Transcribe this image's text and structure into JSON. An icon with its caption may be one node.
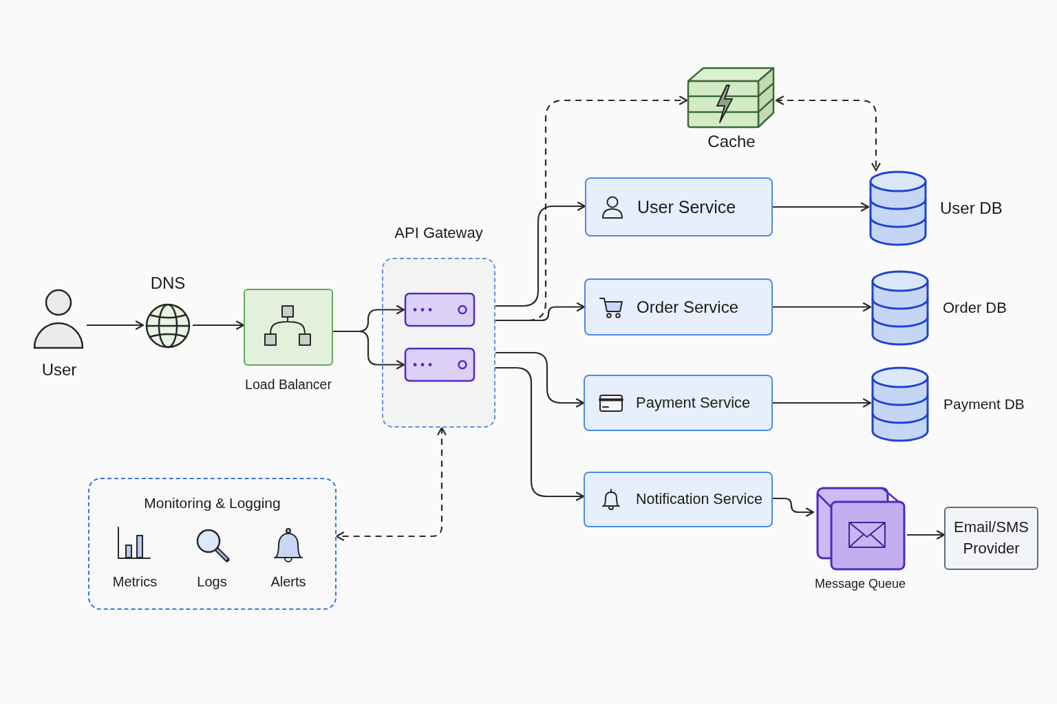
{
  "diagram": {
    "nodes": [
      {
        "text": [
          "User"
        ]
      },
      {
        "text": [
          "DNS"
        ]
      },
      {
        "text": [
          "Load Balancer"
        ]
      },
      {
        "text": [
          "API Gateway"
        ]
      },
      {
        "text": [],
        "shape": "box",
        "in": 3
      },
      {
        "text": [],
        "shape": "box",
        "in": 3
      },
      {
        "text": [
          "Cache"
        ]
      },
      {
        "text": [
          "User Service"
        ]
      },
      {
        "text": [
          "Order Service"
        ]
      },
      {
        "text": [
          "Payment Service"
        ]
      },
      {
        "text": [
          "Notification Service"
        ]
      },
      {
        "text": [
          "User DB"
        ]
      },
      {
        "text": [
          "Order DB"
        ]
      },
      {
        "text": [
          "Payment DB"
        ]
      },
      {
        "text": [
          "Message Queue"
        ]
      },
      {
        "text": [
          "Email/SMS Provider"
        ]
      },
      {
        "text": [
          "Monitoring & Logging"
        ]
      },
      {
        "text": [
          "Metrics"
        ],
        "in": 16
      },
      {
        "text": [
          "Logs"
        ],
        "in": 16
      },
      {
        "text": [
          "Alerts"
        ],
        "in": 16
      }
    ],
    "edges": [
      {
        "from": 0,
        "to": 1,
        "arrow": "to"
      },
      {
        "from": 1,
        "to": 2,
        "arrow": "to"
      },
      {
        "from": 2,
        "to": 4,
        "arrow": "to"
      },
      {
        "from": 2,
        "to": 5,
        "arrow": "to"
      },
      {
        "from": 3,
        "to": 7,
        "arrow": "to"
      },
      {
        "from": 3,
        "to": 8,
        "arrow": "to"
      },
      {
        "from": 3,
        "to": 9,
        "arrow": "to"
      },
      {
        "from": 3,
        "to": 10,
        "arrow": "to"
      },
      {
        "from": 3,
        "to": 6,
        "arrow": "to",
        "style": "dashed"
      },
      {
        "from": 6,
        "to": 11,
        "arrow": "both",
        "style": "dashed"
      },
      {
        "from": 7,
        "to": 11,
        "arrow": "to"
      },
      {
        "from": 8,
        "to": 12,
        "arrow": "to"
      },
      {
        "from": 9,
        "to": 13,
        "arrow": "to"
      },
      {
        "from": 10,
        "to": 14,
        "arrow": "to"
      },
      {
        "from": 14,
        "to": 15,
        "arrow": "to"
      },
      {
        "from": 3,
        "to": 16,
        "arrow": "both",
        "style": "dashed"
      }
    ]
  }
}
